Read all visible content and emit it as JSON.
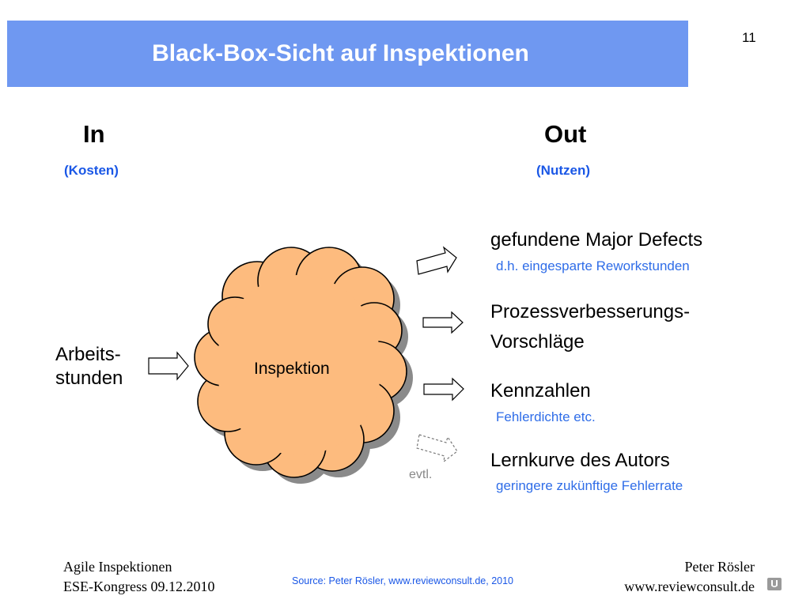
{
  "slide": {
    "title": "Black-Box-Sicht auf Inspektionen",
    "page_number": "11"
  },
  "input": {
    "heading": "In",
    "subheading": "(Kosten)",
    "items": [
      {
        "line1": "Arbeits-",
        "line2": "stunden"
      }
    ]
  },
  "process": {
    "label": "Inspektion",
    "fill_color": "#fdbb7e",
    "shadow_color": "#8a8a8a"
  },
  "output": {
    "heading": "Out",
    "subheading": "(Nutzen)",
    "items": [
      {
        "main": "gefundene Major Defects",
        "sub": "d.h. eingesparte Reworkstunden"
      },
      {
        "main": "Prozessverbesserungs-",
        "main2": "Vorschläge"
      },
      {
        "main": "Kennzahlen",
        "sub": "Fehlerdichte etc."
      },
      {
        "main": "Lernkurve des Autors",
        "sub": "geringere zukünftige Fehlerrate",
        "qualifier": "evtl."
      }
    ]
  },
  "footer": {
    "left_line1": "Agile Inspektionen",
    "left_line2": "ESE-Kongress 09.12.2010",
    "source": "Source: Peter Rösler, www.reviewconsult.de, 2010",
    "right_line1": "Peter Rösler",
    "right_line2": "www.reviewconsult.de"
  },
  "colors": {
    "title_bar": "#6f98f1",
    "accent_blue": "#1a57e6",
    "sub_blue": "#2f6de8"
  },
  "icons": [
    "outline-arrow-right-icon",
    "cloud-shape",
    "reviewconsult-logo-icon"
  ]
}
